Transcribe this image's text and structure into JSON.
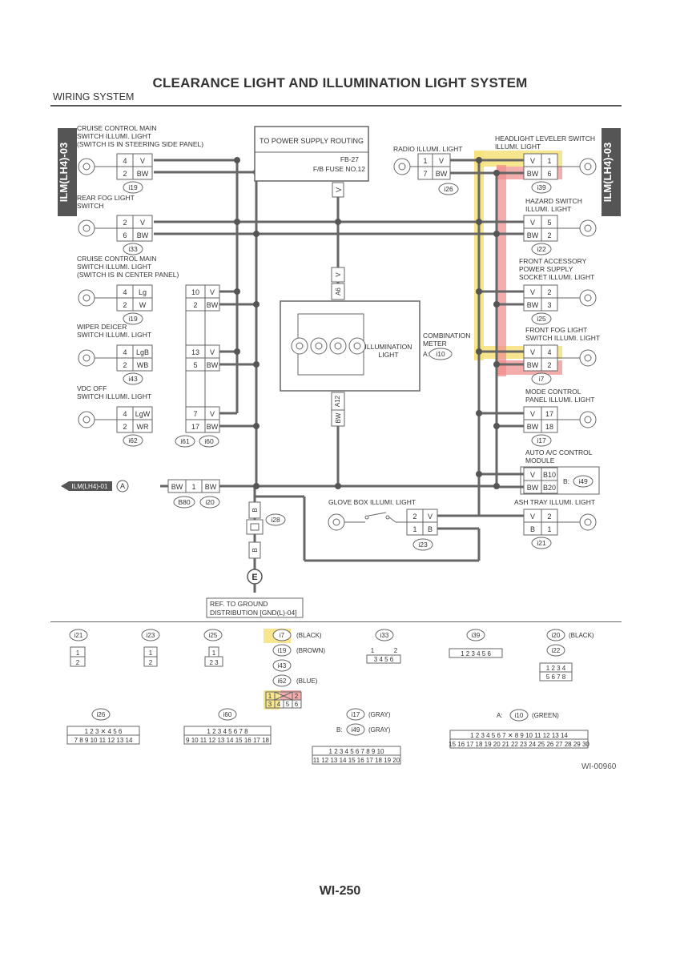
{
  "title": "CLEARANCE LIGHT AND ILLUMINATION LIGHT SYSTEM",
  "subtitle": "WIRING SYSTEM",
  "page_code": "WI-00960",
  "page_number": "WI-250",
  "side_tab_left": "ILM(LH4)-03",
  "side_tab_right": "ILM(LH4)-03",
  "power_box": {
    "title": "TO POWER SUPPLY ROUTING",
    "fuse1": "FB-27",
    "fuse2": "F/B FUSE NO.12",
    "wire": "V"
  },
  "left_components": [
    {
      "name": [
        "CRUISE CONTROL MAIN",
        "SWITCH ILLUMI. LIGHT",
        "(SWITCH IS IN STEERING SIDE PANEL)"
      ],
      "pins": [
        [
          "4",
          "V"
        ],
        [
          "2",
          "BW"
        ]
      ],
      "conn": "i19"
    },
    {
      "name": [
        "REAR FOG LIGHT",
        "SWITCH"
      ],
      "pins": [
        [
          "2",
          "V"
        ],
        [
          "6",
          "BW"
        ]
      ],
      "conn": "i33"
    },
    {
      "name": [
        "CRUISE CONTROL MAIN",
        "SWITCH ILLUMI. LIGHT",
        "(SWITCH IS IN CENTER PANEL)"
      ],
      "pins": [
        [
          "4",
          "Lg"
        ],
        [
          "2",
          "W"
        ]
      ],
      "conn": "i19"
    },
    {
      "name": [
        "WIPER DEICER",
        "SWITCH ILLUMI. LIGHT"
      ],
      "pins": [
        [
          "4",
          "LgB"
        ],
        [
          "2",
          "WB"
        ]
      ],
      "conn": "i43"
    },
    {
      "name": [
        "VDC OFF",
        "SWITCH ILLUMI. LIGHT"
      ],
      "pins": [
        [
          "4",
          "LgW"
        ],
        [
          "2",
          "WR"
        ]
      ],
      "conn": "i62"
    }
  ],
  "mid_connector": {
    "pins_left": [
      "10",
      "2",
      "13",
      "5",
      "7",
      "17"
    ],
    "wires": [
      "V",
      "BW",
      "V",
      "BW",
      "V",
      "BW"
    ],
    "conn_left": "i61",
    "conn_right": "i60"
  },
  "right_components": [
    {
      "name": [
        "HEADLIGHT LEVELER SWITCH",
        "ILLUMI. LIGHT"
      ],
      "pins": [
        [
          "V",
          "1"
        ],
        [
          "BW",
          "6"
        ]
      ],
      "conn": "i39"
    },
    {
      "name": [
        "HAZARD SWITCH",
        "ILLUMI. LIGHT"
      ],
      "pins": [
        [
          "V",
          "5"
        ],
        [
          "BW",
          "2"
        ]
      ],
      "conn": "i22"
    },
    {
      "name": [
        "FRONT ACCESSORY",
        "POWER SUPPLY",
        "SOCKET ILLUMI. LIGHT"
      ],
      "pins": [
        [
          "V",
          "2"
        ],
        [
          "BW",
          "3"
        ]
      ],
      "conn": "i25"
    },
    {
      "name": [
        "FRONT FOG LIGHT",
        "SWITCH ILLUMI. LIGHT"
      ],
      "pins": [
        [
          "V",
          "4"
        ],
        [
          "BW",
          "2"
        ]
      ],
      "conn": "i7"
    },
    {
      "name": [
        "MODE CONTROL",
        "PANEL ILLUMI. LIGHT"
      ],
      "pins": [
        [
          "V",
          "17"
        ],
        [
          "BW",
          "18"
        ]
      ],
      "conn": "i17"
    },
    {
      "name": [
        "AUTO A/C CONTROL",
        "MODULE"
      ],
      "pins": [
        [
          "V",
          "B10"
        ],
        [
          "BW",
          "B20"
        ]
      ],
      "conn": "i49",
      "conn_prefix": "B:"
    },
    {
      "name": [
        "ASH TRAY ILLUMI. LIGHT"
      ],
      "pins": [
        [
          "V",
          "2"
        ],
        [
          "B",
          "1"
        ]
      ],
      "conn": "i21"
    }
  ],
  "radio": {
    "name": "RADIO ILLUMI. LIGHT",
    "pins": [
      [
        "1",
        "V"
      ],
      [
        "7",
        "BW"
      ]
    ],
    "conn": "i26"
  },
  "meter": {
    "label1": "ILLUMINATION",
    "label2": "LIGHT",
    "name1": "COMBINATION",
    "name2": "METER",
    "conn_prefix": "A:",
    "conn": "i10",
    "top_pin": "A6",
    "top_wire": "V",
    "bot_pin": "A12",
    "bot_wire": "BW"
  },
  "glove": {
    "name": "GLOVE BOX ILLUMI. LIGHT",
    "pins": [
      [
        "2",
        "V"
      ],
      [
        "1",
        "B"
      ]
    ],
    "conn": "i23"
  },
  "ground_line": {
    "tab": "ILM(LH4)-01",
    "tab_letter": "A",
    "wire_l": "BW",
    "pin": "1",
    "wire_r": "BW",
    "conn_l": "B80",
    "conn_r": "i20"
  },
  "ground": {
    "conn": "i28",
    "wire1": "B",
    "wire2": "B",
    "symbol": "E",
    "ref1": "REF. TO GROUND",
    "ref2": "DISTRIBUTION [GND(L)-04]"
  },
  "connector_views": {
    "i21": "i21",
    "i23": "i23",
    "i25": "i25",
    "i7": "i7",
    "i7_color": "(BLACK)",
    "i19": "i19",
    "i19_color": "(BROWN)",
    "i43": "i43",
    "i62": "i62",
    "i62_color": "(BLUE)",
    "i33": "i33",
    "i39": "i39",
    "i20": "i20",
    "i20_color": "(BLACK)",
    "i22": "i22",
    "i26": "i26",
    "i60": "i60",
    "i17": "i17",
    "i17_color": "(GRAY)",
    "i49_prefix": "B:",
    "i49": "i49",
    "i49_color": "(GRAY)",
    "i10_prefix": "A:",
    "i10": "i10",
    "i10_color": "(GREEN)"
  },
  "colors": {
    "highlight_yellow": "#f7e27a",
    "highlight_red": "#f08a8a",
    "line": "#666666"
  }
}
